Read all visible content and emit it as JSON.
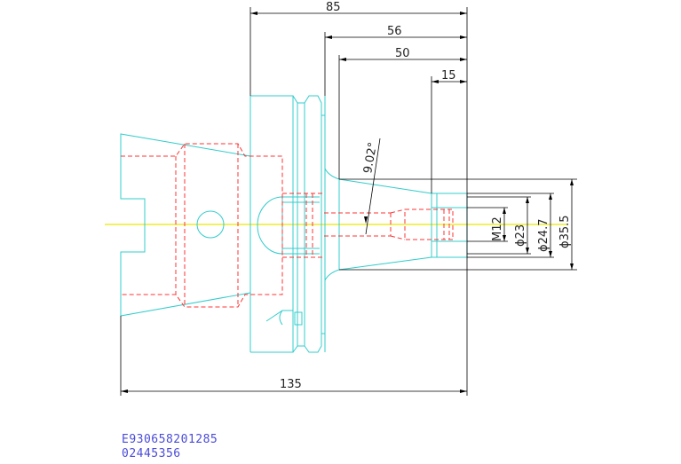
{
  "drawing": {
    "dimensions": {
      "overall_top": "85",
      "d56": "56",
      "d50": "50",
      "d15": "15",
      "angle": "9.02°",
      "thread": "M12",
      "dia23": "ϕ23",
      "dia247": "ϕ24.7",
      "dia355": "ϕ35.5",
      "overall_bottom": "135"
    },
    "ids": {
      "line1": "E930658201285",
      "line2": "02445356"
    },
    "colors": {
      "outline": "#33cccc",
      "hidden": "#ff3333",
      "dimension": "#000000",
      "centerline": "#e8e800",
      "id_text": "#4a4ad8"
    }
  }
}
